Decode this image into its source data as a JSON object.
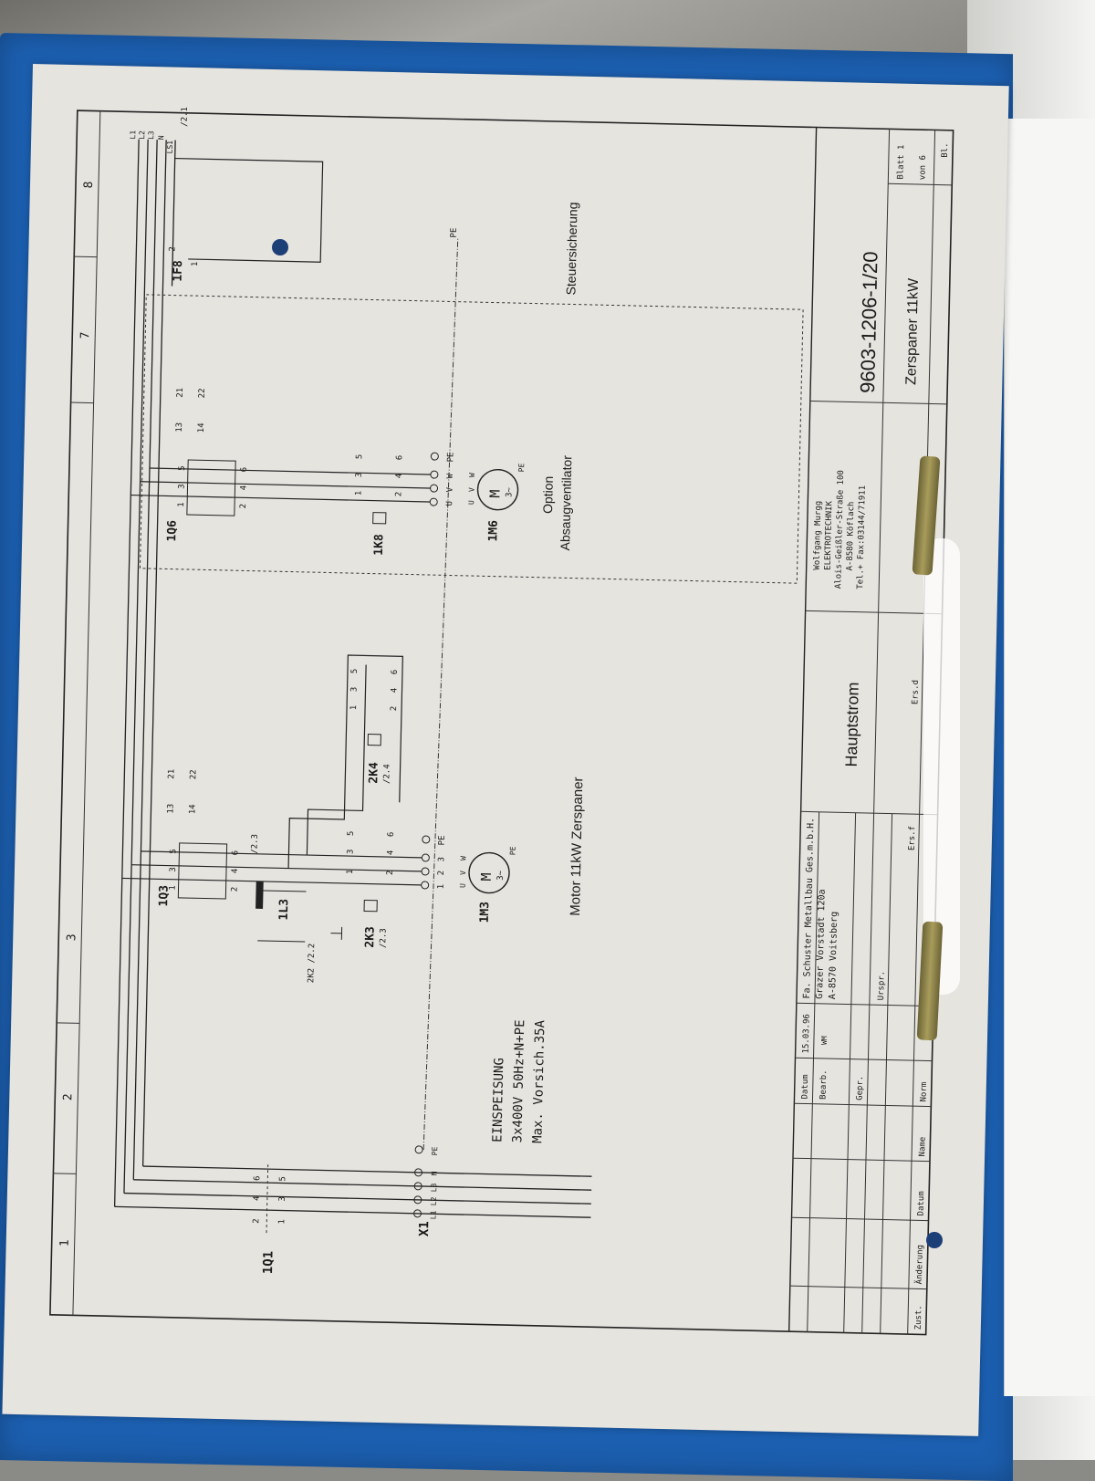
{
  "sheet": {
    "column_numbers": [
      "1",
      "2",
      "3",
      "7",
      "8"
    ],
    "drawing_number": "9603-1206-1/20",
    "title": "Hauptstrom",
    "subtitle": "Zerspaner 11kW",
    "blatt": "Blatt 1",
    "von": "von 6",
    "bl": "Bl."
  },
  "title_block": {
    "revision_headers": [
      "Zust.",
      "Änderung",
      "Datum",
      "Name",
      "Norm"
    ],
    "datum_label": "Datum",
    "datum_value": "15.03.96",
    "bearb_label": "Bearb.",
    "bearb_value": "WM",
    "gepr_label": "Gepr.",
    "norm_label": "Norm",
    "urspr_label": "Urspr.",
    "ers_f_label": "Ers.f",
    "ers_d_label": "Ers.d",
    "customer": {
      "line1": "Fa. Schuster Metallbau Ges.m.b.H.",
      "line2": "Grazer Vorstadt 120a",
      "line3": "A-8570 Voitsberg"
    },
    "contractor": {
      "line1": "Wolfgang Murgg",
      "line2": "ELEKTROTECHNIK",
      "line3": "Alois-Geißler-Straße 100",
      "line4": "A-8580 Köflach",
      "line5": "Tel.+ Fax:03144/71911"
    }
  },
  "supply": {
    "terminal": "X1",
    "terminal_labels": [
      "L1",
      "L2",
      "L3",
      "N",
      "PE"
    ],
    "heading": "EINSPEISUNG",
    "line1": "3x400V 50Hz+N+PE",
    "line2": "Max. Vorsich.35A",
    "main_switch": "1Q1",
    "main_switch_pins": [
      "2",
      "4",
      "6",
      "1",
      "3",
      "5"
    ]
  },
  "motor1": {
    "breaker": "1Q3",
    "breaker_pins": [
      "1",
      "3",
      "5",
      "2",
      "4",
      "6"
    ],
    "aux_contacts": [
      "13",
      "14",
      "21",
      "22"
    ],
    "aux_ref": "/2.3",
    "contactor_a": "2K3",
    "contactor_a_ref": "/2.3",
    "contactor_b": "2K4",
    "contactor_b_ref": "/2.4",
    "contactor_pins": [
      "1",
      "3",
      "5",
      "2",
      "4",
      "6"
    ],
    "lamp": "1L3",
    "lamp_ref": "2K2 /2.2",
    "terminals": [
      "1",
      "2",
      "3",
      "PE"
    ],
    "motor_id": "1M3",
    "motor_symbol": "M",
    "motor_phase": "3~",
    "motor_pins": [
      "U",
      "V",
      "W",
      "PE"
    ],
    "caption": "Motor 11kW Zerspaner"
  },
  "motor2": {
    "breaker": "1Q6",
    "breaker_pins": [
      "1",
      "3",
      "5",
      "2",
      "4",
      "6"
    ],
    "aux_contacts": [
      "13",
      "14",
      "21",
      "22"
    ],
    "contactor": "1K8",
    "contactor_pins": [
      "1",
      "3",
      "5",
      "2",
      "4",
      "6"
    ],
    "terminals": [
      "U",
      "V",
      "W",
      "PE"
    ],
    "motor_id": "1M6",
    "motor_symbol": "M",
    "motor_phase": "3~",
    "motor_pins": [
      "U",
      "V",
      "W",
      "PE"
    ],
    "caption_line1": "Option",
    "caption_line2": "Absaugventilator"
  },
  "control_fuse": {
    "id": "1F8",
    "pins": [
      "1",
      "2"
    ],
    "caption": "Steuersicherung",
    "outputs": [
      "L1",
      "L2",
      "L3",
      "N",
      "LS1"
    ],
    "output_ref": "/2.1",
    "pe_label": "PE"
  },
  "colors": {
    "folder_blue": "#1c5fb0",
    "paper": "#e6e4df",
    "ink": "#1b1b1b"
  }
}
